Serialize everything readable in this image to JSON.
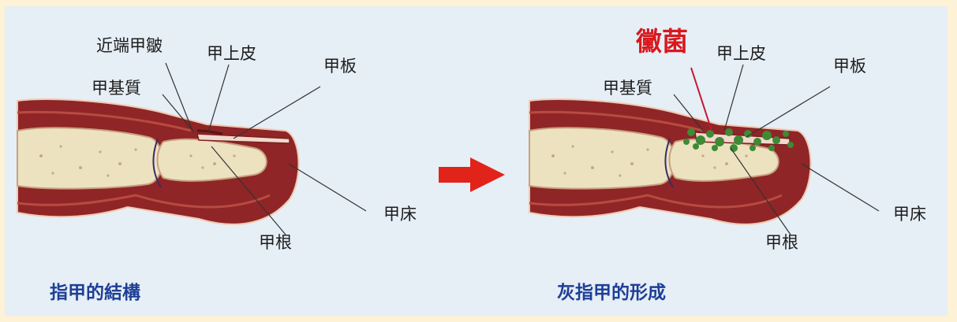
{
  "left_panel": {
    "caption": "指甲的結構",
    "labels": {
      "proximal_fold": "近端甲皺",
      "eponychium": "甲上皮",
      "nail_plate": "甲板",
      "matrix": "甲基質",
      "nail_bed": "甲床",
      "nail_root": "甲根"
    }
  },
  "right_panel": {
    "caption": "灰指甲的形成",
    "labels": {
      "fungus": "黴菌",
      "eponychium": "甲上皮",
      "nail_plate": "甲板",
      "matrix": "甲基質",
      "nail_bed": "甲床",
      "nail_root": "甲根"
    }
  },
  "colors": {
    "background": "#e6eef6",
    "flesh": "#8f2526",
    "bone": "#ece2c0",
    "caption": "#1e3f96",
    "fungus_label": "#d8181d",
    "fungus_spots": "#3f8a35",
    "arrow": "#e2231a"
  },
  "arrow_icon": "arrow-right-icon"
}
